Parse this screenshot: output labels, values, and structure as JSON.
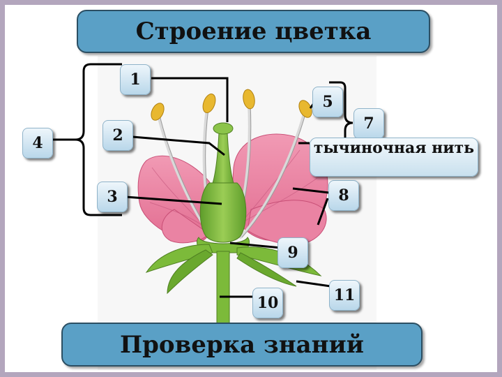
{
  "title": "Строение цветка",
  "button_label": "Проверка знаний",
  "revealed_term": "тычиночная нить",
  "labels": {
    "n1": "1",
    "n2": "2",
    "n3": "3",
    "n4": "4",
    "n5": "5",
    "n7": "7",
    "n8": "8",
    "n9": "9",
    "n10": "10",
    "n11": "11"
  },
  "colors": {
    "header_fill": "#5aa0c6",
    "petal": "#e8789a",
    "green": "#7cba3a",
    "anther": "#e8b830",
    "frame": "#b3a6bd"
  }
}
